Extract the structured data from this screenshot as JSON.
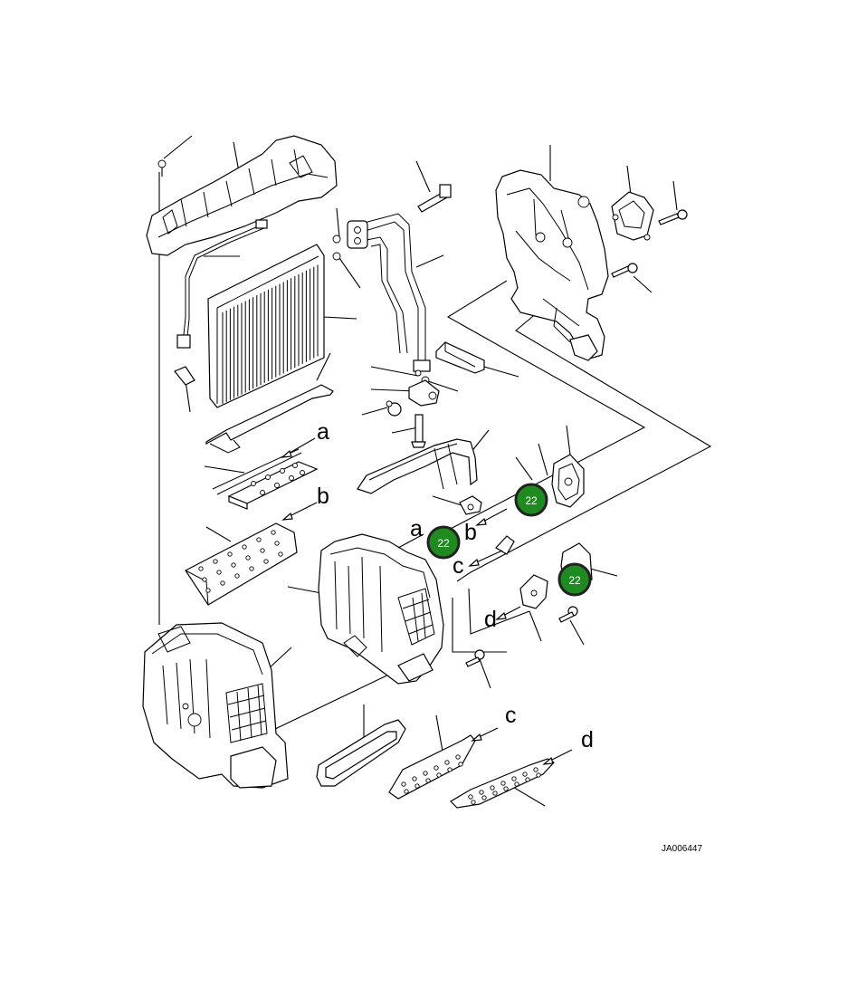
{
  "diagram": {
    "drawing_code": "JA006447",
    "ref_letters": {
      "a1": "a",
      "b1": "b",
      "a2": "a",
      "b2": "b",
      "c1": "c",
      "d1": "d",
      "c2": "c",
      "d2": "d"
    },
    "badges": [
      "22",
      "22",
      "22"
    ],
    "colors": {
      "badge_fill": "#1f8a1f",
      "line": "#000000"
    }
  }
}
